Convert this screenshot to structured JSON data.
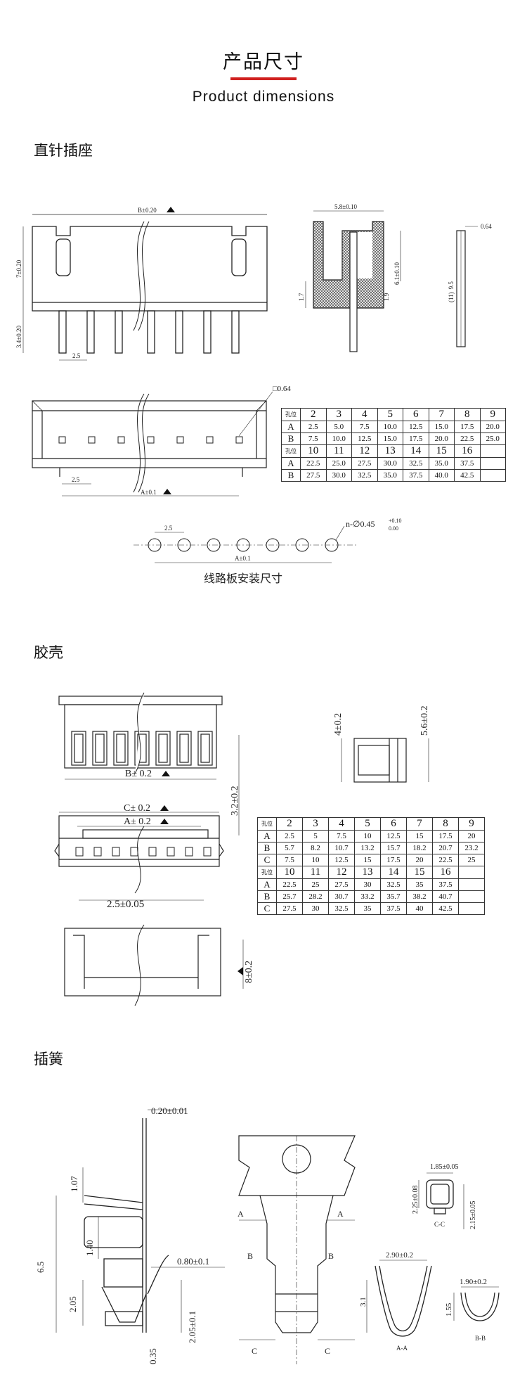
{
  "header": {
    "title": "产品尺寸",
    "subtitle": "Product dimensions"
  },
  "sections": {
    "header_pins": "直针插座",
    "housing": "胶壳",
    "terminal": "插簧"
  },
  "header_dims": {
    "b_top": "B±0.20",
    "height": "7±0.20",
    "pin_len": "3.4±0.20",
    "pitch": "2.5",
    "side_width": "5.8±0.10",
    "side_inner": "6.1±0.10",
    "side_low": "1.7",
    "side_mid": "1.9",
    "pin_thick": "0.64",
    "pin_total": "9.5",
    "pin_total_prefix": "(11)",
    "square_pin": "□0.64",
    "a_bottom": "A±0.1",
    "hole_dia": "n-∅0.45",
    "hole_tol_up": "+0.10",
    "hole_tol_low": "0.00",
    "hole_a": "A±0.1",
    "pcb_label": "线路板安装尺寸"
  },
  "header_table": {
    "rows": [
      [
        "孔位",
        "2",
        "3",
        "4",
        "5",
        "6",
        "7",
        "8",
        "9"
      ],
      [
        "A",
        "2.5",
        "5.0",
        "7.5",
        "10.0",
        "12.5",
        "15.0",
        "17.5",
        "20.0"
      ],
      [
        "B",
        "7.5",
        "10.0",
        "12.5",
        "15.0",
        "17.5",
        "20.0",
        "22.5",
        "25.0"
      ],
      [
        "孔位",
        "10",
        "11",
        "12",
        "13",
        "14",
        "15",
        "16",
        ""
      ],
      [
        "A",
        "22.5",
        "25.0",
        "27.5",
        "30.0",
        "32.5",
        "35.0",
        "37.5",
        ""
      ],
      [
        "B",
        "27.5",
        "30.0",
        "32.5",
        "35.0",
        "37.5",
        "40.0",
        "42.5",
        ""
      ]
    ]
  },
  "housing_dims": {
    "b": "B± 0.2",
    "c": "C± 0.2",
    "a": "A± 0.2",
    "pitch": "2.5±0.05",
    "height": "3.2±0.2",
    "side_h": "4±0.2",
    "side_w": "5.6±0.2",
    "bottom_h": "8±0.2"
  },
  "housing_table": {
    "rows": [
      [
        "孔位",
        "2",
        "3",
        "4",
        "5",
        "6",
        "7",
        "8",
        "9"
      ],
      [
        "A",
        "2.5",
        "5",
        "7.5",
        "10",
        "12.5",
        "15",
        "17.5",
        "20"
      ],
      [
        "B",
        "5.7",
        "8.2",
        "10.7",
        "13.2",
        "15.7",
        "18.2",
        "20.7",
        "23.2"
      ],
      [
        "C",
        "7.5",
        "10",
        "12.5",
        "15",
        "17.5",
        "20",
        "22.5",
        "25"
      ],
      [
        "孔位",
        "10",
        "11",
        "12",
        "13",
        "14",
        "15",
        "16",
        ""
      ],
      [
        "A",
        "22.5",
        "25",
        "27.5",
        "30",
        "32.5",
        "35",
        "37.5",
        ""
      ],
      [
        "B",
        "25.7",
        "28.2",
        "30.7",
        "33.2",
        "35.7",
        "38.2",
        "40.7",
        ""
      ],
      [
        "C",
        "27.5",
        "30",
        "32.5",
        "35",
        "37.5",
        "40",
        "42.5",
        ""
      ]
    ]
  },
  "terminal_dims": {
    "thick": "0.20±0.01",
    "d107": "1.07",
    "d65": "6.5",
    "d140": "1.40",
    "d205": "2.05",
    "d035": "0.35",
    "d080": "0.80±0.1",
    "d205b": "2.05±0.1",
    "sec_a": "A",
    "sec_b": "B",
    "sec_c": "C",
    "w185": "1.85±0.05",
    "h225": "2.25±0.08",
    "h215": "2.15±0.05",
    "cc": "C-C",
    "w290": "2.90±0.2",
    "h31": "3.1",
    "aa": "A-A",
    "w190": "1.90±0.2",
    "h155": "1.55",
    "bb": "B-B"
  }
}
